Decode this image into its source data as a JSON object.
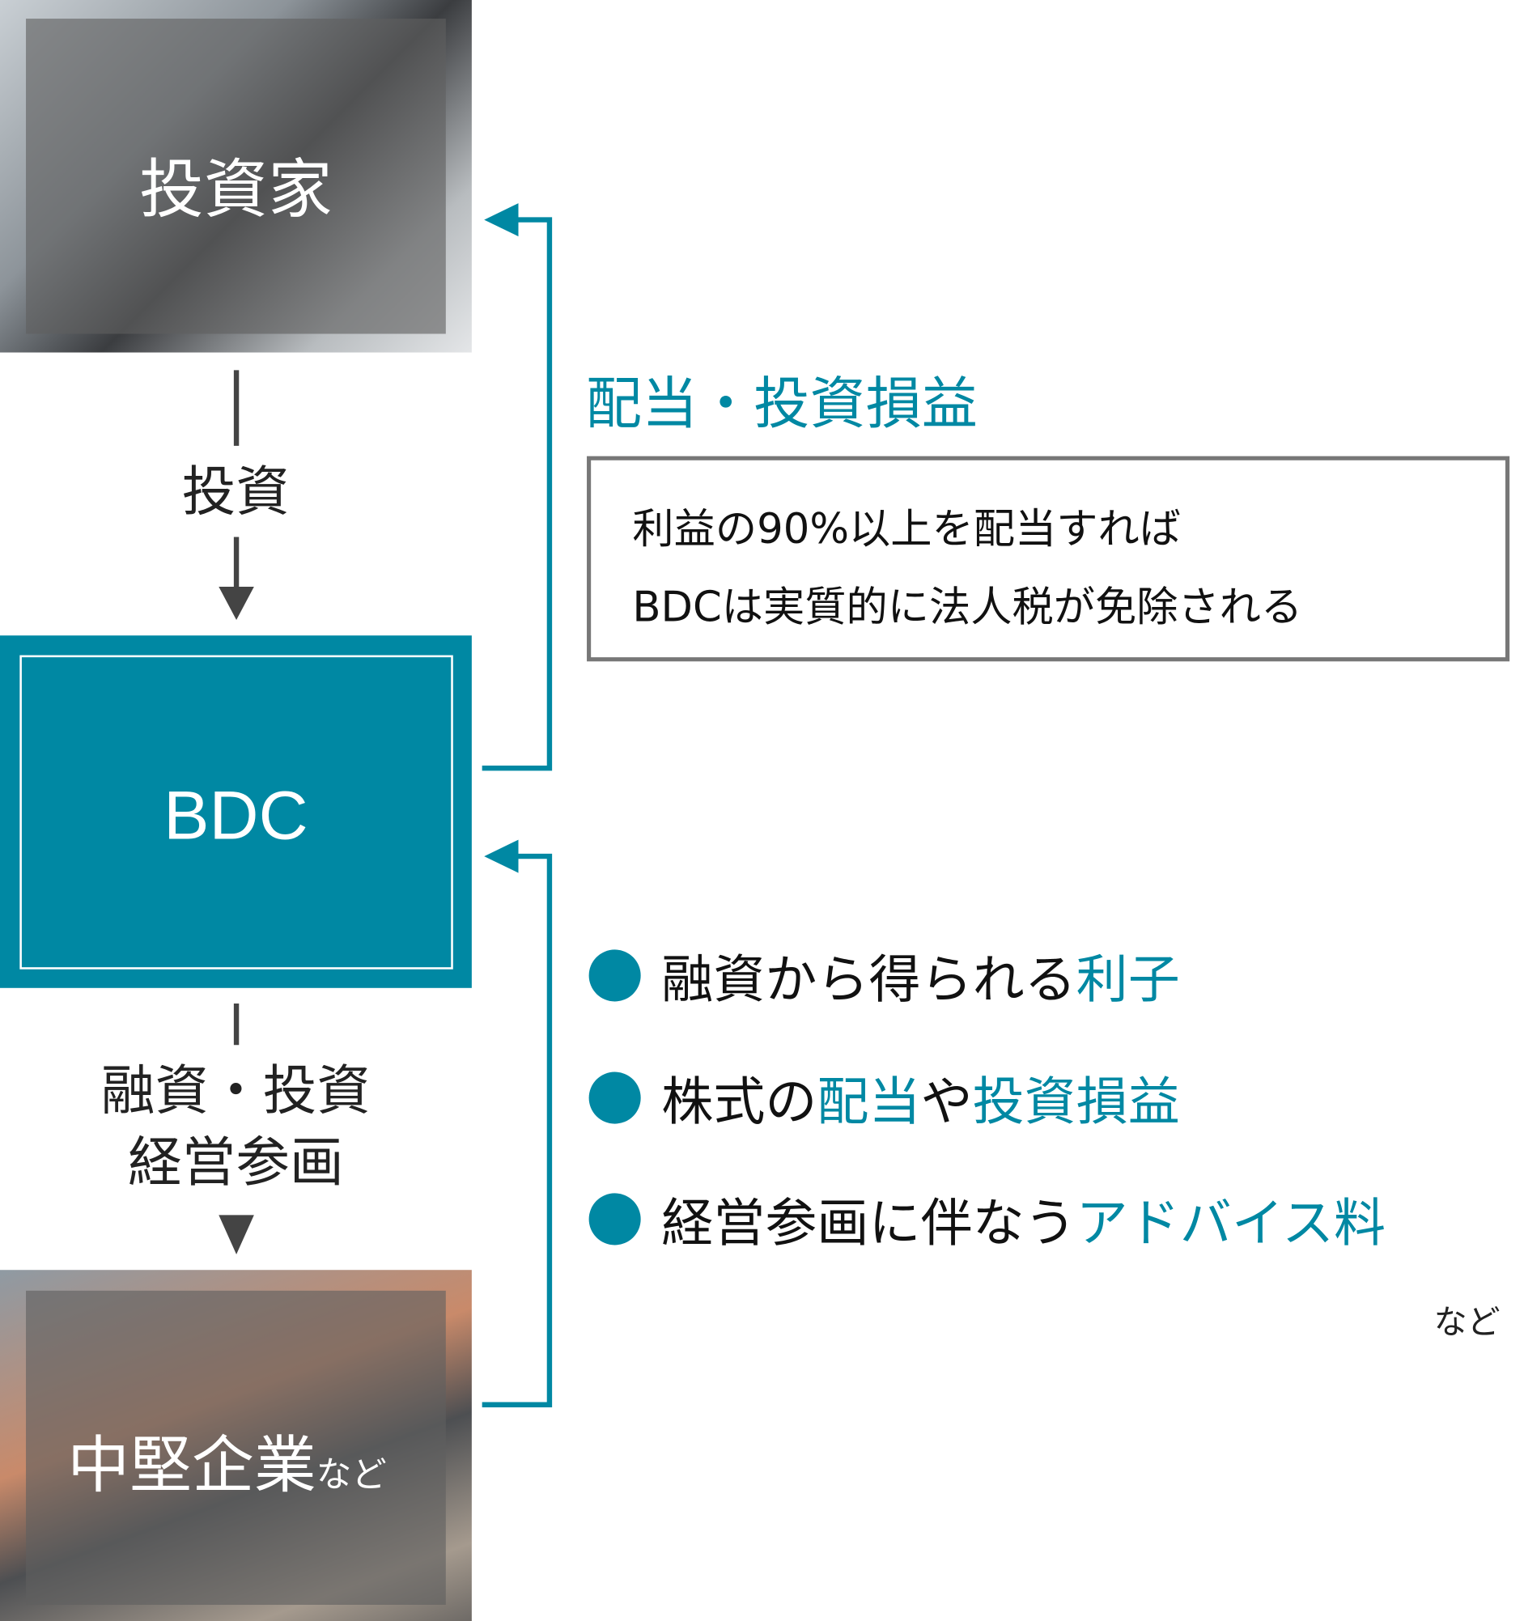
{
  "colors": {
    "accent": "#0088a3",
    "arrow": "#444444",
    "box_border": "#777777"
  },
  "investor": {
    "label": "投資家"
  },
  "flow_down_1": {
    "label": "投資"
  },
  "bdc": {
    "label": "BDC"
  },
  "flow_down_2": {
    "line1": "融資・投資",
    "line2": "経営参画"
  },
  "company": {
    "label": "中堅企業",
    "suffix": "など"
  },
  "returns": {
    "heading": "配当・投資損益",
    "note_line1": "利益の90%以上を配当すれば",
    "note_line2": "BDCは実質的に法人税が免除される"
  },
  "income": {
    "items": [
      {
        "text": "融資から得られる",
        "highlight": "利子"
      },
      {
        "text": "株式の",
        "highlight": "配当",
        "text2": "や",
        "highlight2": "投資損益"
      },
      {
        "text": "経営参画に伴なう",
        "highlight": "アドバイス料"
      }
    ],
    "etc": "など"
  }
}
